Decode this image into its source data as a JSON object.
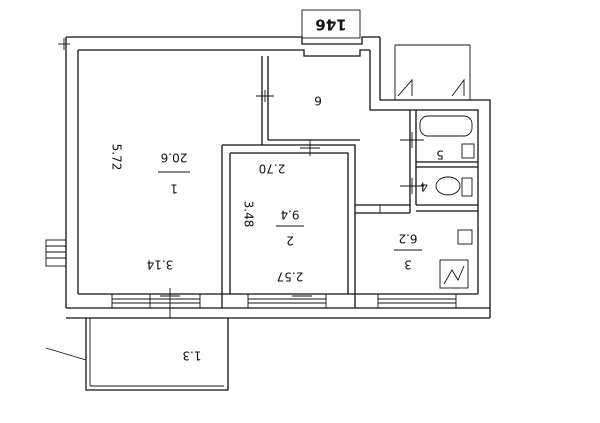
{
  "plan": {
    "house_number": "146",
    "rooms": [
      {
        "id": "1",
        "number": "1",
        "area": "20.6",
        "width": "5.72",
        "length": "3.14"
      },
      {
        "id": "2",
        "number": "2",
        "area": "9.4",
        "width": "3.48",
        "length": "2.57",
        "top_width": "2.70"
      },
      {
        "id": "3",
        "number": "3",
        "area": "6.2"
      },
      {
        "id": "4",
        "number": "4"
      },
      {
        "id": "5",
        "number": "5"
      },
      {
        "id": "6",
        "number": "6"
      }
    ],
    "balcony": {
      "area": "1.3"
    }
  },
  "colors": {
    "ink": "#111111",
    "background": "#ffffff"
  }
}
